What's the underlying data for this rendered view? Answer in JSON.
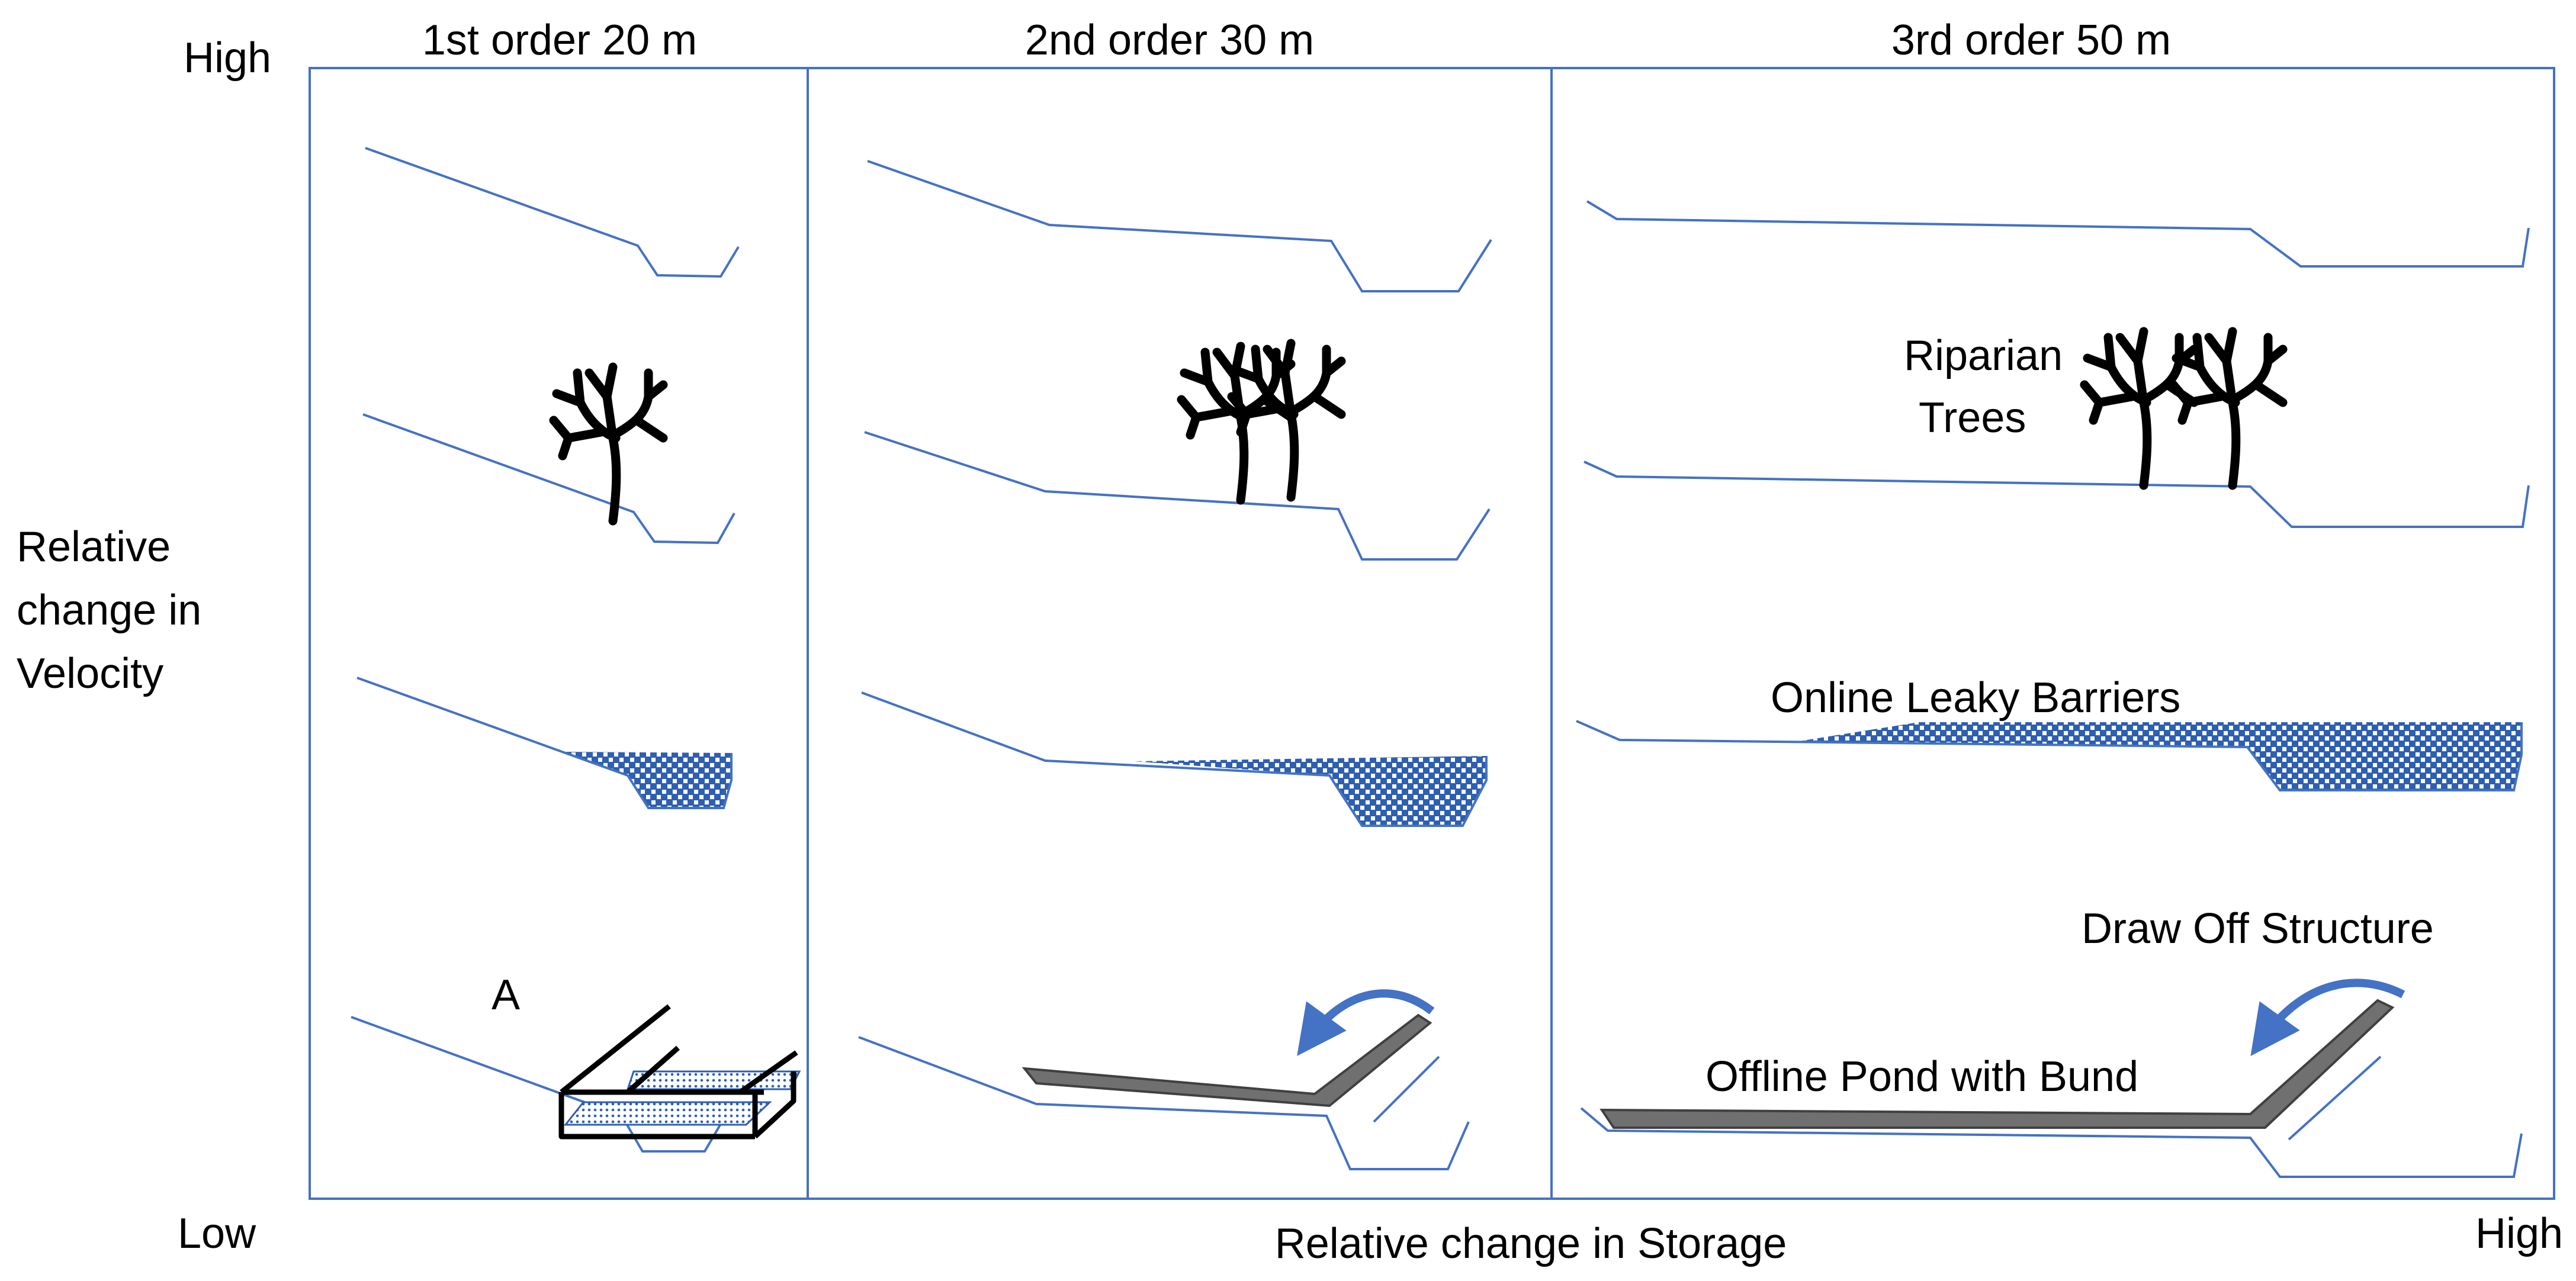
{
  "axes": {
    "y_label_lines": [
      "Relative",
      "change in",
      "Velocity"
    ],
    "y_high": "High",
    "y_low": "Low",
    "x_label": "Relative change in Storage",
    "x_high": "High"
  },
  "columns": [
    {
      "title": "1st order 20 m"
    },
    {
      "title": "2nd order 30 m"
    },
    {
      "title": "3rd order 50 m"
    }
  ],
  "annotations": {
    "riparian_line1": "Riparian",
    "riparian_line2": "Trees",
    "leaky": "Online Leaky Barriers",
    "draw_off": "Draw Off Structure",
    "pond": "Offline Pond with Bund",
    "marker_a": "A"
  },
  "colors": {
    "line": "#4472c4",
    "pattern": "#2e5fb0",
    "bund": "#707070",
    "frame": "#4472c4",
    "tree": "#000000"
  }
}
